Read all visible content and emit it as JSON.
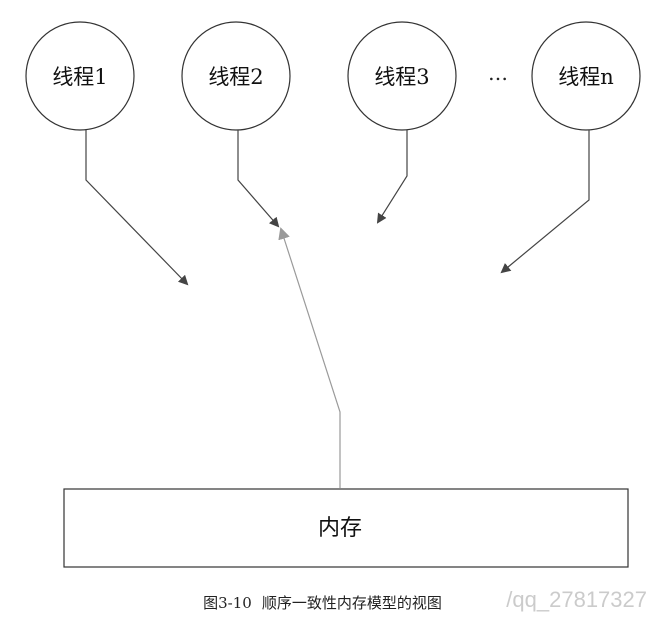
{
  "threads": [
    {
      "label": "线程1"
    },
    {
      "label": "线程2"
    },
    {
      "label": "线程3"
    },
    {
      "label": "线程n"
    }
  ],
  "ellipsis": "…",
  "memory": {
    "label": "内存"
  },
  "caption": {
    "figure_number": "图3-10",
    "title": "顺序一致性内存模型的视图"
  },
  "watermark": "/qq_27817327",
  "colors": {
    "thread_arrow": "#444444",
    "memory_arrow": "#aaaaaa",
    "outline": "#333333"
  }
}
